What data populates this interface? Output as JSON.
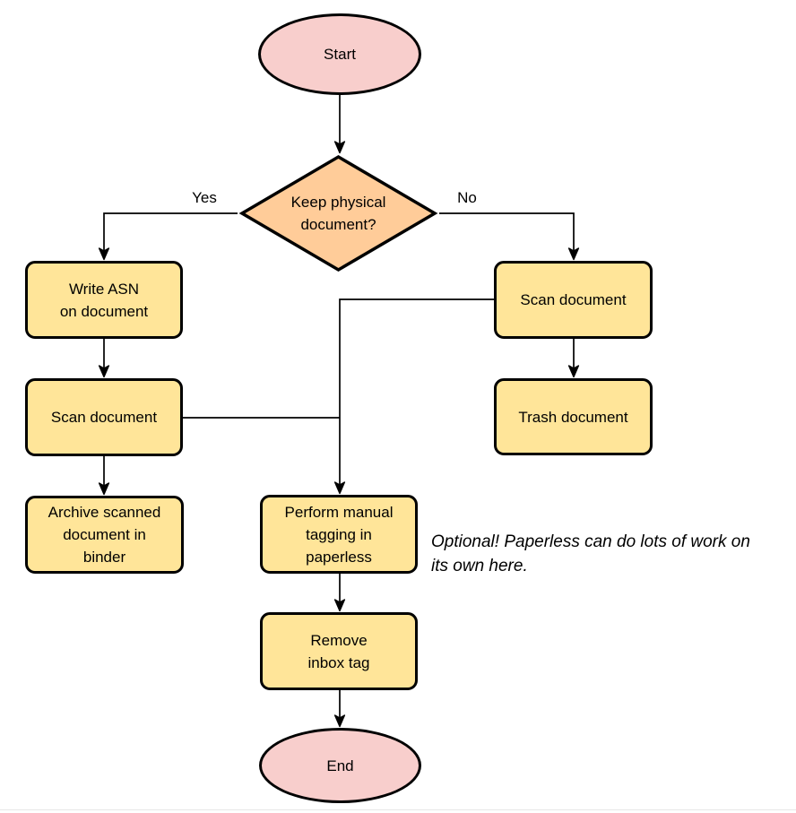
{
  "nodes": {
    "start": {
      "label": "Start"
    },
    "decision": {
      "label": "Keep physical\ndocument?"
    },
    "write_asn": {
      "label": "Write ASN\non document"
    },
    "scan_left": {
      "label": "Scan document"
    },
    "archive": {
      "label": "Archive scanned\ndocument in\nbinder"
    },
    "scan_right": {
      "label": "Scan document"
    },
    "trash": {
      "label": "Trash document"
    },
    "tagging": {
      "label": "Perform manual\ntagging in\npaperless"
    },
    "remove_inbox": {
      "label": "Remove\ninbox tag"
    },
    "end": {
      "label": "End"
    }
  },
  "edges": {
    "yes_label": "Yes",
    "no_label": "No"
  },
  "annotation": {
    "text": "Optional! Paperless can do lots of work on\nits own here."
  },
  "colors": {
    "terminator_fill": "#F8CECC",
    "decision_fill": "#FFCC99",
    "process_fill": "#FFE599",
    "stroke": "#000000"
  }
}
